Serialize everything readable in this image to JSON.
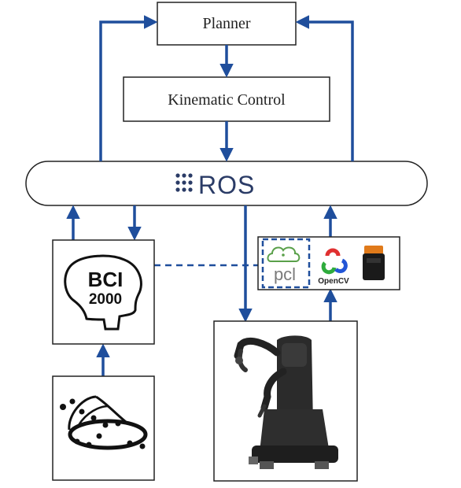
{
  "planner": {
    "label": "Planner"
  },
  "kinematic_control": {
    "label": "Kinematic Control"
  },
  "ros": {
    "label": "ROS"
  },
  "bci": {
    "line1": "BCI",
    "line2": "2000"
  },
  "sensors": {
    "pcl_label": "pcl",
    "opencv_label": "OpenCV"
  },
  "colors": {
    "arrow": "#1f4e9c",
    "box_border": "#222222",
    "robot": "#2a2a2a"
  }
}
